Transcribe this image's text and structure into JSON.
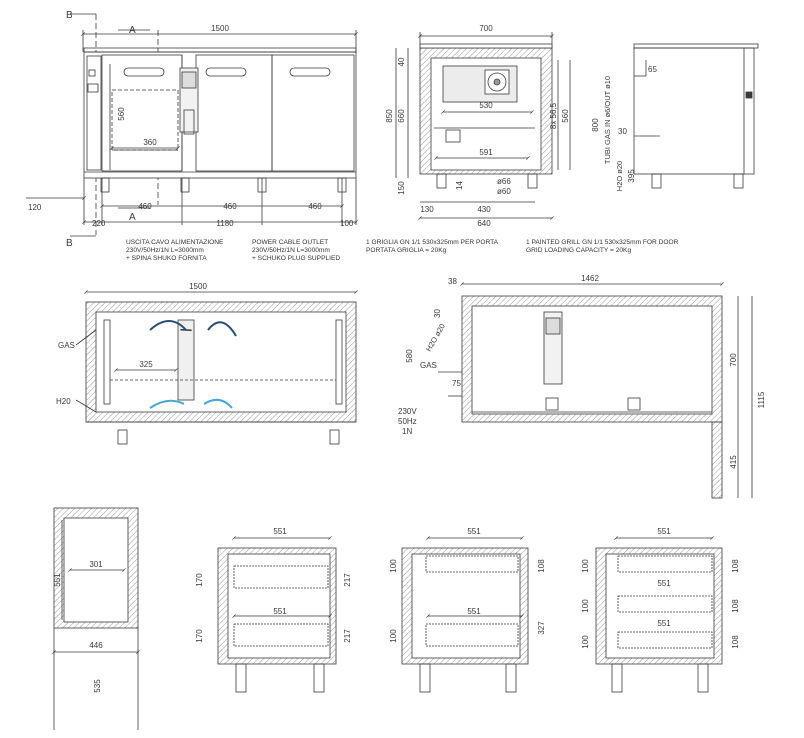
{
  "front_view": {
    "section_b_top": "B",
    "section_b_bottom": "B",
    "section_a_top": "A",
    "section_a_bottom": "A",
    "overall_width": "1500",
    "drawer_height": "560",
    "drawer_width": "360",
    "leg_height": "120",
    "offset_left": "220",
    "door_width_1": "460",
    "door_width_2": "460",
    "door_width_3": "460",
    "inner_span": "1180",
    "offset_right": "100"
  },
  "side_section": {
    "depth": "700",
    "top_gap": "40",
    "total_height": "850",
    "inner_height": "660",
    "unit_width": "530",
    "shelf_pitch": "8x 56,5",
    "shelf_height": "560",
    "inner_depth": "591",
    "leg": "150",
    "base_gap": "14",
    "drain_outer": "ø66",
    "drain_inner": "ø60",
    "depth_430": "430",
    "depth_130": "130",
    "depth_640": "640"
  },
  "right_side": {
    "top_offset": "65",
    "height_800": "800",
    "gas_label": "TUBI  GAS  IN ø6/OUT ø10",
    "v30": "30",
    "h2o_label": "H2O ø20",
    "v395": "395"
  },
  "notes": {
    "cable_it_1": "USCITA CAVO ALIMENTAZIONE",
    "cable_it_2": "230V/50Hz/1N L=3000mm",
    "cable_it_3": "+ SPINA SHUKO FORNITA",
    "cable_en_1": "POWER CABLE OUTLET",
    "cable_en_2": "230V/50Hz/1N L=3000mm",
    "cable_en_3": "+ SCHUKO PLUG SUPPLIED",
    "grid_it_1": "1 GRIGLIA GN 1/1 530x325mm PER PORTA",
    "grid_it_2": "PORTATA GRIGLIA = 20Kg",
    "grid_en_1": "1  PAINTED GRILL GN 1/1 530x325mm FOR DOOR",
    "grid_en_2": "GRID LOADING CAPACITY = 20Kg"
  },
  "plan_view": {
    "width": "1500",
    "gas": "GAS",
    "h2o": "H20",
    "shelf_width": "325"
  },
  "elevation": {
    "width": "1462",
    "v38": "38",
    "v30": "30",
    "v580": "580",
    "h2o": "H2O ø20",
    "gas": "GAS",
    "v75": "75",
    "power_1": "230V",
    "power_2": "50Hz",
    "power_3": "1N",
    "v700": "700",
    "v1115": "1115",
    "v415": "415"
  },
  "detail_door": {
    "w301": "301",
    "h551": "551",
    "w446": "446",
    "h535": "535"
  },
  "detail_two_drawer": {
    "top_w": "551",
    "h170a": "170",
    "h217a": "217",
    "mid_w": "551",
    "h170b": "170",
    "h217b": "217"
  },
  "detail_drawer_door": {
    "top_w": "551",
    "h100a": "100",
    "h108": "108",
    "mid_w": "551",
    "h100b": "100",
    "h327": "327"
  },
  "detail_three_drawer": {
    "top_w": "551",
    "mid_w": "551",
    "low_w": "551",
    "h100a": "100",
    "h100b": "100",
    "h100c": "100",
    "h108a": "108",
    "h108b": "108",
    "h108c": "108"
  }
}
